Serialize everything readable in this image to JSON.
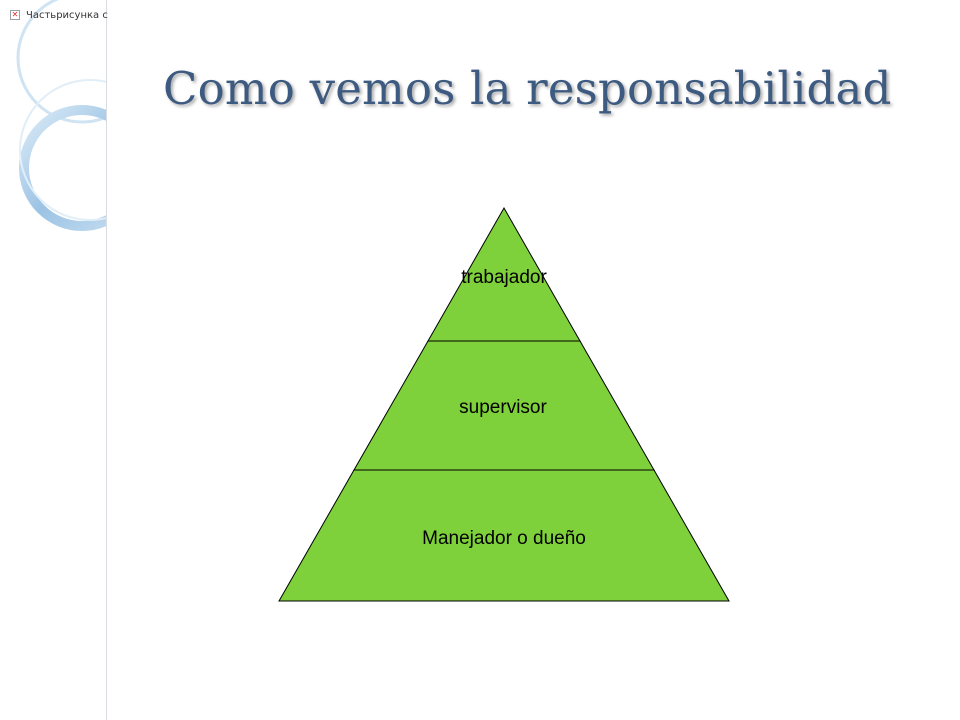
{
  "slide": {
    "title": "Como vemos la responsabilidad",
    "broken_image_text": "Частьрисунка с",
    "title_color": "#3d5a80"
  },
  "pyramid": {
    "fill_color": "#7ed13b",
    "tiers": [
      {
        "label": "trabajador"
      },
      {
        "label": "supervisor"
      },
      {
        "label": "Manejador o dueño"
      }
    ]
  }
}
